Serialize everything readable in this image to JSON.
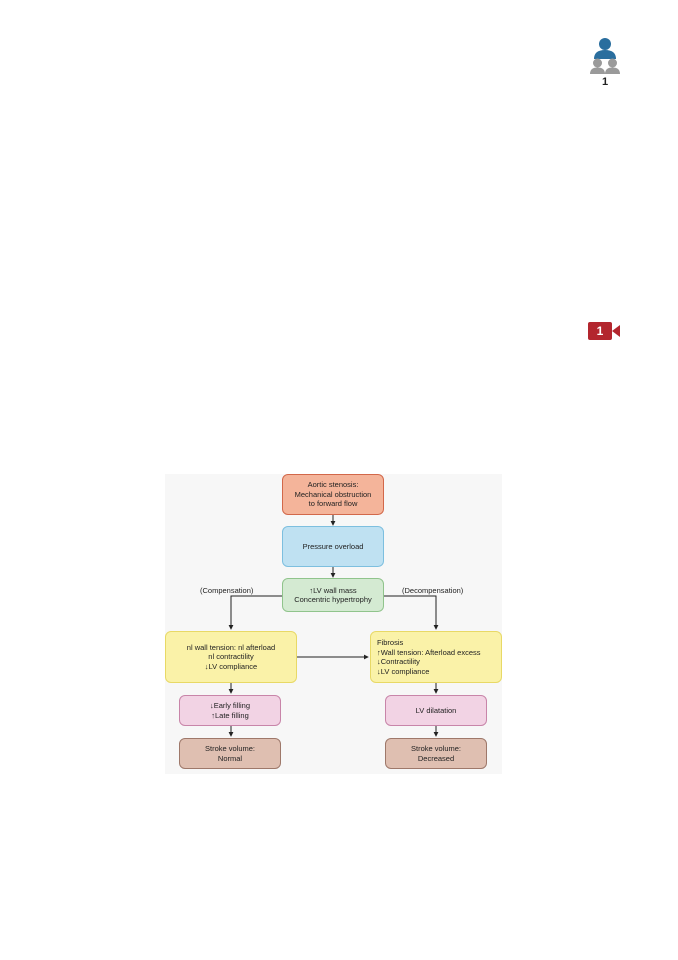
{
  "page_header": {
    "people_count": "1"
  },
  "video_badge": {
    "number": "1"
  },
  "flowchart": {
    "top": [
      "Aortic stenosis:",
      "Mechanical obstruction",
      "to forward flow"
    ],
    "pressure": "Pressure overload",
    "mass": [
      "↑LV wall mass",
      "Concentric hypertrophy"
    ],
    "compensation_label": "(Compensation)",
    "decompensation_label": "(Decompensation)",
    "left_yellow": [
      "nl wall tension: nl afterload",
      "nl contractility",
      "↓LV compliance"
    ],
    "right_yellow": [
      "Fibrosis",
      "↑Wall tension: Afterload excess",
      "↓Contractility",
      "↓LV compliance"
    ],
    "left_pink": [
      "↓Early filling",
      "↑Late filling"
    ],
    "right_pink": "LV dilatation",
    "left_tan": [
      "Stroke volume:",
      "Normal"
    ],
    "right_tan": [
      "Stroke volume:",
      "Decreased"
    ]
  },
  "colors": {
    "orange": "#f4b49a",
    "blue": "#bfe1f2",
    "green": "#d4ead2",
    "yellow": "#faf2a8",
    "pink": "#f2d3e4",
    "tan": "#dfbfb1",
    "badge_red": "#b3262e",
    "icon_blue": "#2a6e9e",
    "icon_gray": "#9a9a9a"
  }
}
